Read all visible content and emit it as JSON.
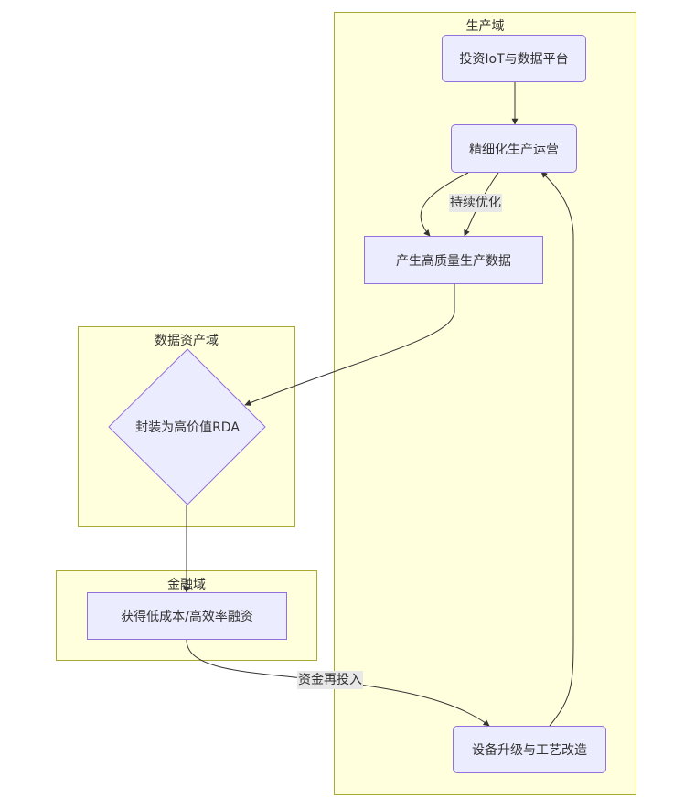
{
  "clusters": {
    "production": {
      "title": "生产域"
    },
    "data_asset": {
      "title": "数据资产域"
    },
    "finance": {
      "title": "金融域"
    }
  },
  "nodes": {
    "invest_iot": {
      "label": "投资IoT与数据平台"
    },
    "refined_ops": {
      "label": "精细化生产运营"
    },
    "quality_data": {
      "label": "产生高质量生产数据"
    },
    "package_rda": {
      "label": "封装为高价值RDA"
    },
    "financing": {
      "label": "获得低成本/高效率融资"
    },
    "upgrade": {
      "label": "设备升级与工艺改造"
    }
  },
  "edges": [
    {
      "from": "invest_iot",
      "to": "refined_ops",
      "label": ""
    },
    {
      "from": "refined_ops",
      "to": "quality_data",
      "label": ""
    },
    {
      "from": "refined_ops",
      "to": "quality_data",
      "label": "持续优化"
    },
    {
      "from": "quality_data",
      "to": "package_rda",
      "label": ""
    },
    {
      "from": "package_rda",
      "to": "financing",
      "label": ""
    },
    {
      "from": "financing",
      "to": "upgrade",
      "label": "资金再投入"
    },
    {
      "from": "upgrade",
      "to": "refined_ops",
      "label": ""
    }
  ],
  "colors": {
    "cluster_fill": "#ffffde",
    "cluster_border": "#aaaa33",
    "node_fill": "#ececff",
    "node_border": "#9370db",
    "edge": "#333333",
    "edge_label_bg": "#e8e8e8"
  }
}
